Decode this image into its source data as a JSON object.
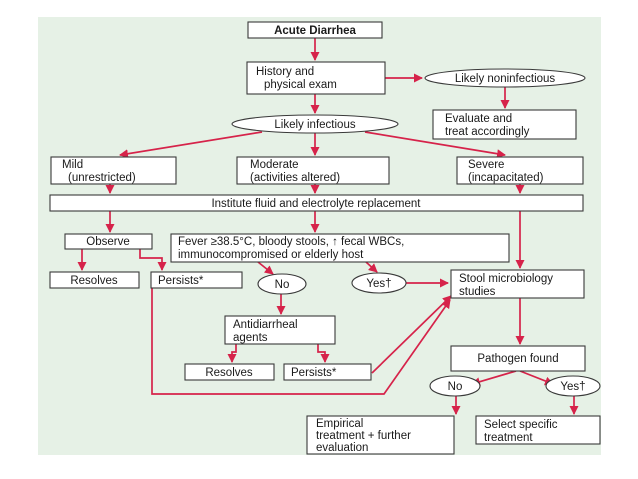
{
  "colors": {
    "panel": "#e6f1e6",
    "arrow": "#d6234a",
    "box_border": "#3a3a3a"
  },
  "nodes": {
    "acute": [
      "Acute Diarrhea"
    ],
    "history": [
      "History and",
      "physical exam"
    ],
    "noninf": [
      "Likely noninfectious"
    ],
    "evaluate": [
      "Evaluate and",
      "treat accordingly"
    ],
    "infectious": [
      "Likely infectious"
    ],
    "mild": [
      "Mild",
      "(unrestricted)"
    ],
    "moderate": [
      "Moderate",
      "(activities altered)"
    ],
    "severe": [
      "Severe",
      "(incapacitated)"
    ],
    "fluid": [
      "Institute fluid and electrolyte replacement"
    ],
    "observe": [
      "Observe"
    ],
    "fever": [
      "Fever ≥38.5°C, bloody stools, ↑ fecal WBCs,",
      "immunocompromised or elderly host"
    ],
    "resolves1": [
      "Resolves"
    ],
    "persists1": [
      "Persists*"
    ],
    "no1": [
      "No"
    ],
    "yes1": [
      "Yes†"
    ],
    "stool": [
      "Stool microbiology",
      "studies"
    ],
    "antidiarrheal": [
      "Antidiarrheal",
      "agents"
    ],
    "resolves2": [
      "Resolves"
    ],
    "persists2": [
      "Persists*"
    ],
    "pathogen": [
      "Pathogen found"
    ],
    "no2": [
      "No"
    ],
    "yes2": [
      "Yes†"
    ],
    "empirical": [
      "Empirical",
      "treatment + further",
      "evaluation"
    ],
    "specific": [
      "Select specific",
      "treatment"
    ]
  }
}
